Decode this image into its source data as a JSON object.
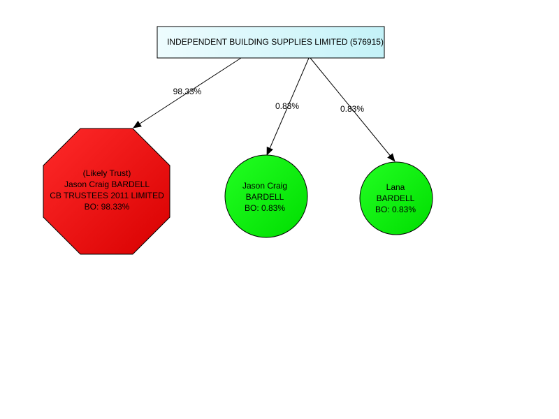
{
  "root": {
    "label": "INDEPENDENT BUILDING SUPPLIES LIMITED (576915)"
  },
  "edges": [
    {
      "label": "98.33%"
    },
    {
      "label": "0.83%"
    },
    {
      "label": "0.83%"
    }
  ],
  "nodes": [
    {
      "shape": "octagon",
      "lines": [
        "(Likely Trust)",
        "Jason Craig BARDELL",
        "CB TRUSTEES 2011 LIMITED",
        "BO: 98.33%"
      ],
      "color": "#e00000"
    },
    {
      "shape": "circle",
      "lines": [
        "Jason Craig",
        "BARDELL",
        "BO: 0.83%"
      ],
      "color": "#00ee00"
    },
    {
      "shape": "circle",
      "lines": [
        "Lana",
        "BARDELL",
        "BO: 0.83%"
      ],
      "color": "#00ee00"
    }
  ],
  "colors": {
    "root_fill": "#d8f8fc",
    "edge": "#000000"
  }
}
